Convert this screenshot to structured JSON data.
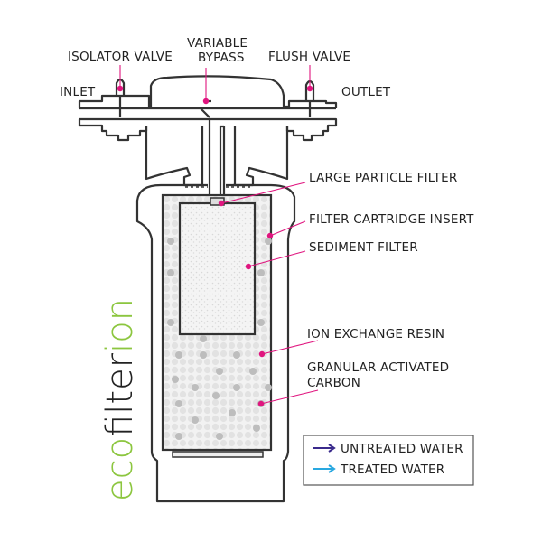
{
  "diagram": {
    "title": "Filter housing cross-section",
    "labels": {
      "isolator_valve": "ISOLATOR VALVE",
      "variable_bypass_line1": "VARIABLE",
      "variable_bypass_line2": "BYPASS",
      "flush_valve": "FLUSH VALVE",
      "inlet": "INLET",
      "outlet": "OUTLET",
      "large_particle_filter": "LARGE PARTICLE FILTER",
      "filter_cartridge_insert": "FILTER CARTRIDGE INSERT",
      "sediment_filter": "SEDIMENT FILTER",
      "ion_exchange_resin": "ION EXCHANGE RESIN",
      "granular_activated_carbon_line1": "GRANULAR ACTIVATED",
      "granular_activated_carbon_line2": "CARBON"
    },
    "brand": {
      "part1": "eco",
      "part2": "filter",
      "part3": "ion",
      "color_green": "#8cc63f",
      "color_dark": "#222222"
    },
    "legend": {
      "items": [
        {
          "label": "UNTREATED WATER",
          "color": "#3a2a8c",
          "icon": "arrow-right-icon"
        },
        {
          "label": "TREATED WATER",
          "color": "#29a8e0",
          "icon": "arrow-right-icon"
        }
      ]
    },
    "colors": {
      "callout": "#e0157f",
      "outline": "#333333",
      "media_fill": "#e6e6e6",
      "bead": "#bdbdbd"
    }
  }
}
